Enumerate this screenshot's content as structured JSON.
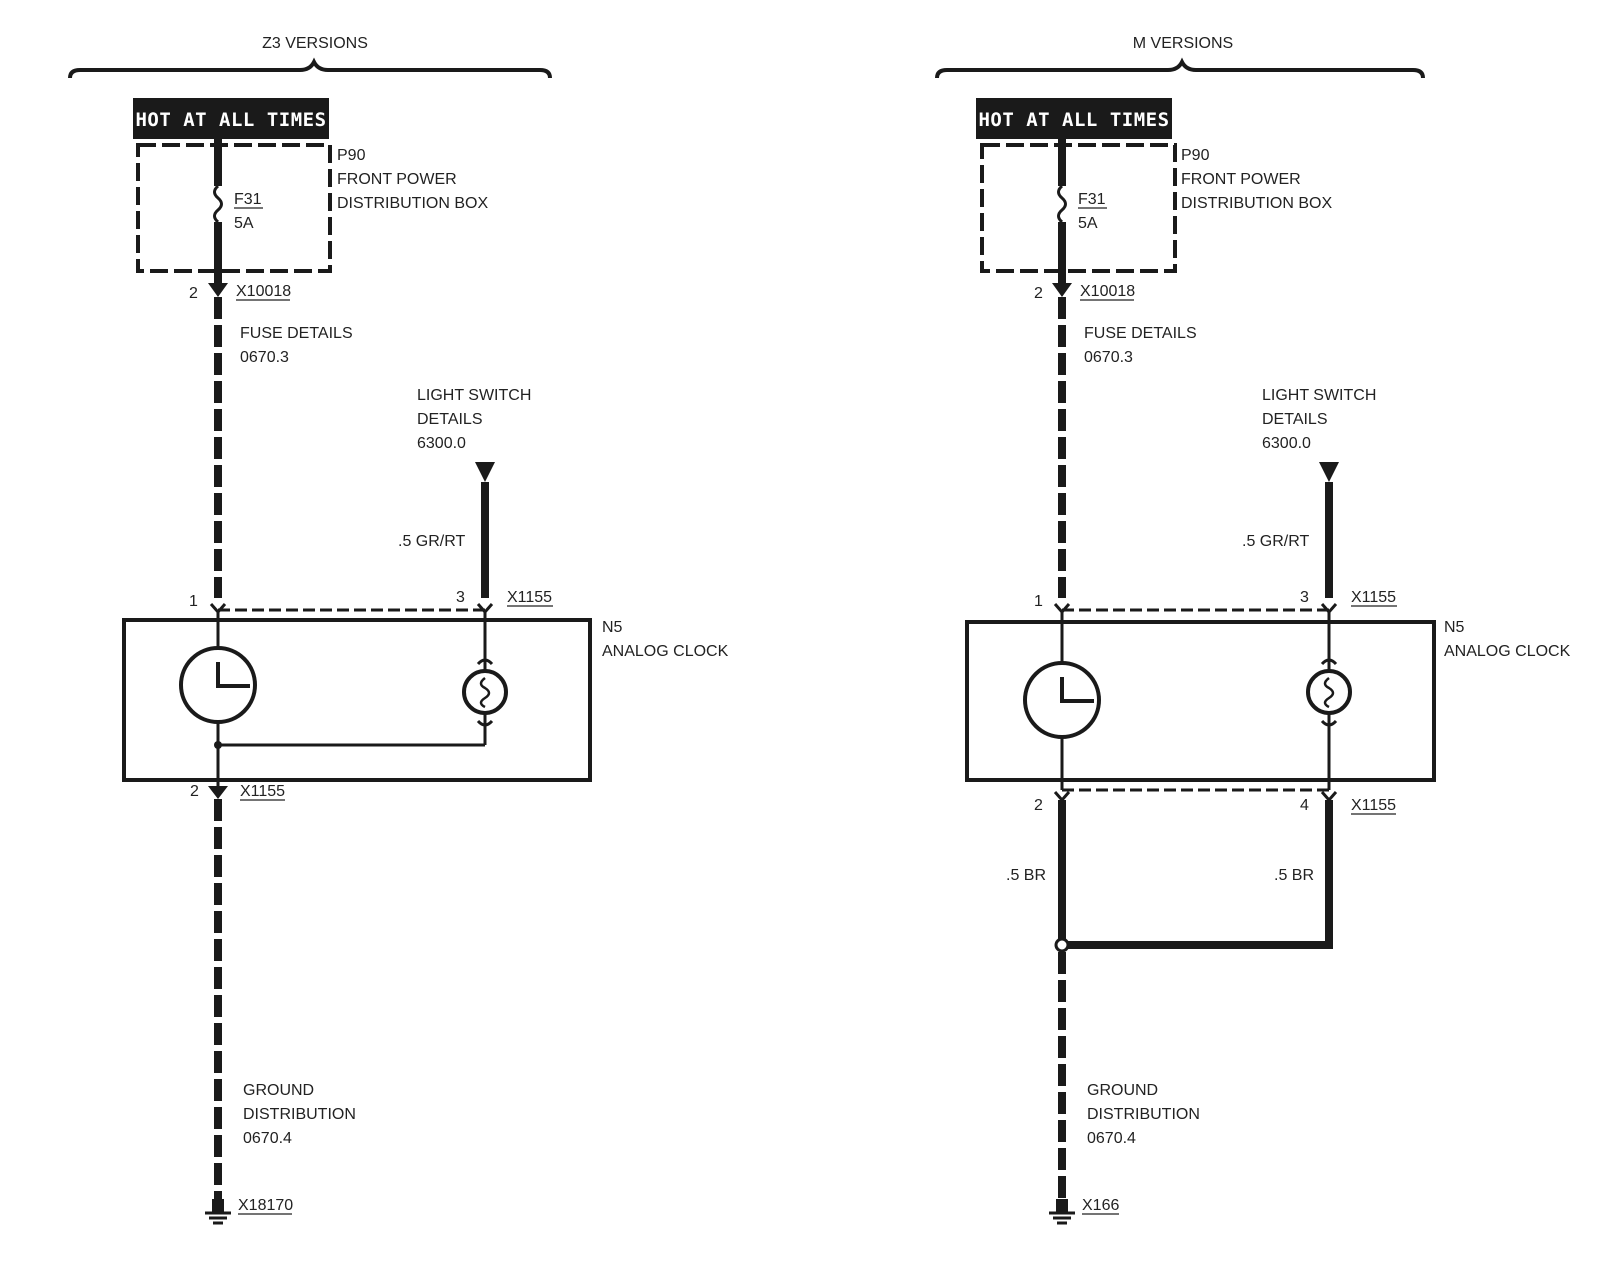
{
  "left": {
    "title": "Z3 VERSIONS",
    "hot_label": "HOT AT ALL TIMES",
    "p90": "P90",
    "front_power": "FRONT POWER",
    "distribution_box": "DISTRIBUTION BOX",
    "fuse_id": "F31",
    "fuse_rating": "5A",
    "pin_top": "2",
    "connector_top": "X10018",
    "fuse_details": "FUSE DETAILS",
    "fuse_details_ref": "0670.3",
    "light_switch": "LIGHT SWITCH",
    "details": "DETAILS",
    "light_switch_ref": "6300.0",
    "wire_gr_rt": ".5 GR/RT",
    "pin_1": "1",
    "pin_3": "3",
    "connector_x1155_top": "X1155",
    "n5": "N5",
    "analog_clock": "ANALOG CLOCK",
    "pin_2_bottom": "2",
    "connector_x1155_bottom": "X1155",
    "ground": "GROUND",
    "distribution": "DISTRIBUTION",
    "ground_ref": "0670.4",
    "ground_connector": "X18170"
  },
  "right": {
    "title": "M VERSIONS",
    "hot_label": "HOT AT ALL TIMES",
    "p90": "P90",
    "front_power": "FRONT POWER",
    "distribution_box": "DISTRIBUTION BOX",
    "fuse_id": "F31",
    "fuse_rating": "5A",
    "pin_top": "2",
    "connector_top": "X10018",
    "fuse_details": "FUSE DETAILS",
    "fuse_details_ref": "0670.3",
    "light_switch": "LIGHT SWITCH",
    "details": "DETAILS",
    "light_switch_ref": "6300.0",
    "wire_gr_rt": ".5 GR/RT",
    "pin_1": "1",
    "pin_3": "3",
    "connector_x1155_top": "X1155",
    "n5": "N5",
    "analog_clock": "ANALOG CLOCK",
    "pin_2_bottom": "2",
    "pin_4_bottom": "4",
    "connector_x1155_bottom": "X1155",
    "wire_br_left": ".5 BR",
    "wire_br_right": ".5 BR",
    "ground": "GROUND",
    "distribution": "DISTRIBUTION",
    "ground_ref": "0670.4",
    "ground_connector": "X166"
  }
}
